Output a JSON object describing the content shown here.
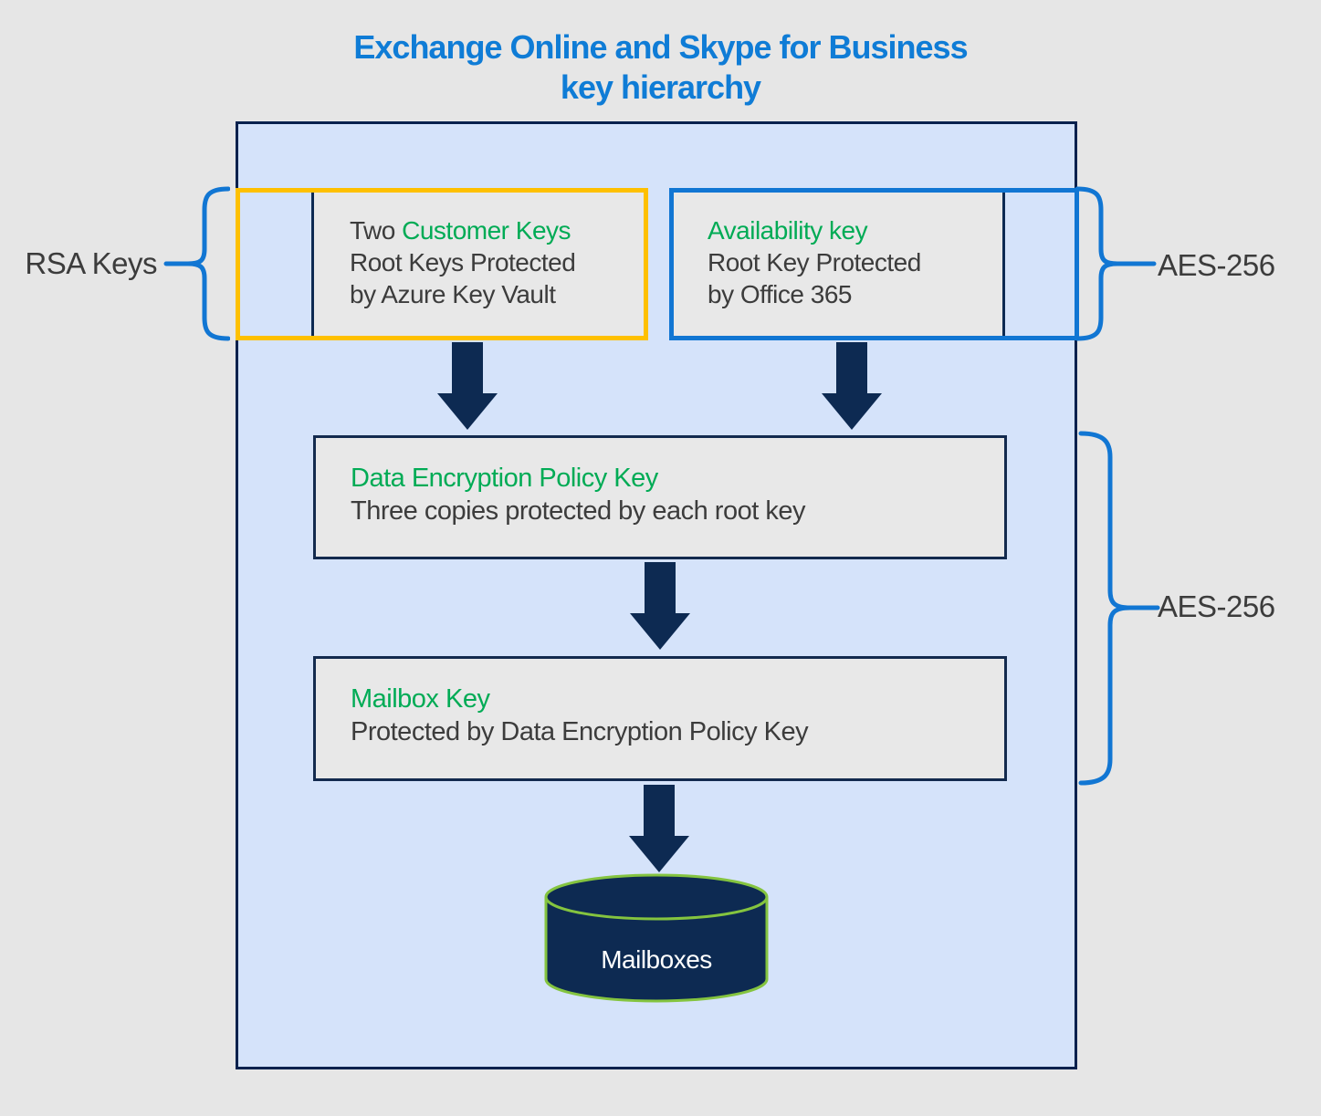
{
  "title": {
    "line1": "Exchange Online and Skype for Business",
    "line2": "key hierarchy"
  },
  "labels": {
    "rsa": "RSA Keys",
    "aes_top": "AES-256",
    "aes_bottom": "AES-256"
  },
  "boxes": {
    "customer_keys": {
      "prefix": "Two ",
      "name": "Customer Keys",
      "line2": "Root Keys Protected",
      "line3": "by Azure Key Vault"
    },
    "availability_key": {
      "name": "Availability key",
      "line2": "Root Key Protected",
      "line3": "by Office 365"
    },
    "dep_key": {
      "name": "Data Encryption Policy Key",
      "line2": "Three copies protected by each root key"
    },
    "mailbox_key": {
      "name": "Mailbox Key",
      "line2": "Protected by Data Encryption Policy Key"
    }
  },
  "cylinder": {
    "label": "Mailboxes"
  },
  "colors": {
    "title_blue": "#0f7cd6",
    "accent_blue": "#1176d3",
    "accent_yellow": "#fec000",
    "green": "#00ab55",
    "navy": "#0d2a52",
    "container_fill": "#d5e3fa",
    "container_border": "#06214d",
    "box_gray": "#e8e8e8",
    "cylinder_green_stroke": "#84c43f",
    "page_background": "#e6e6e6",
    "body_text": "#3c3c3c"
  }
}
